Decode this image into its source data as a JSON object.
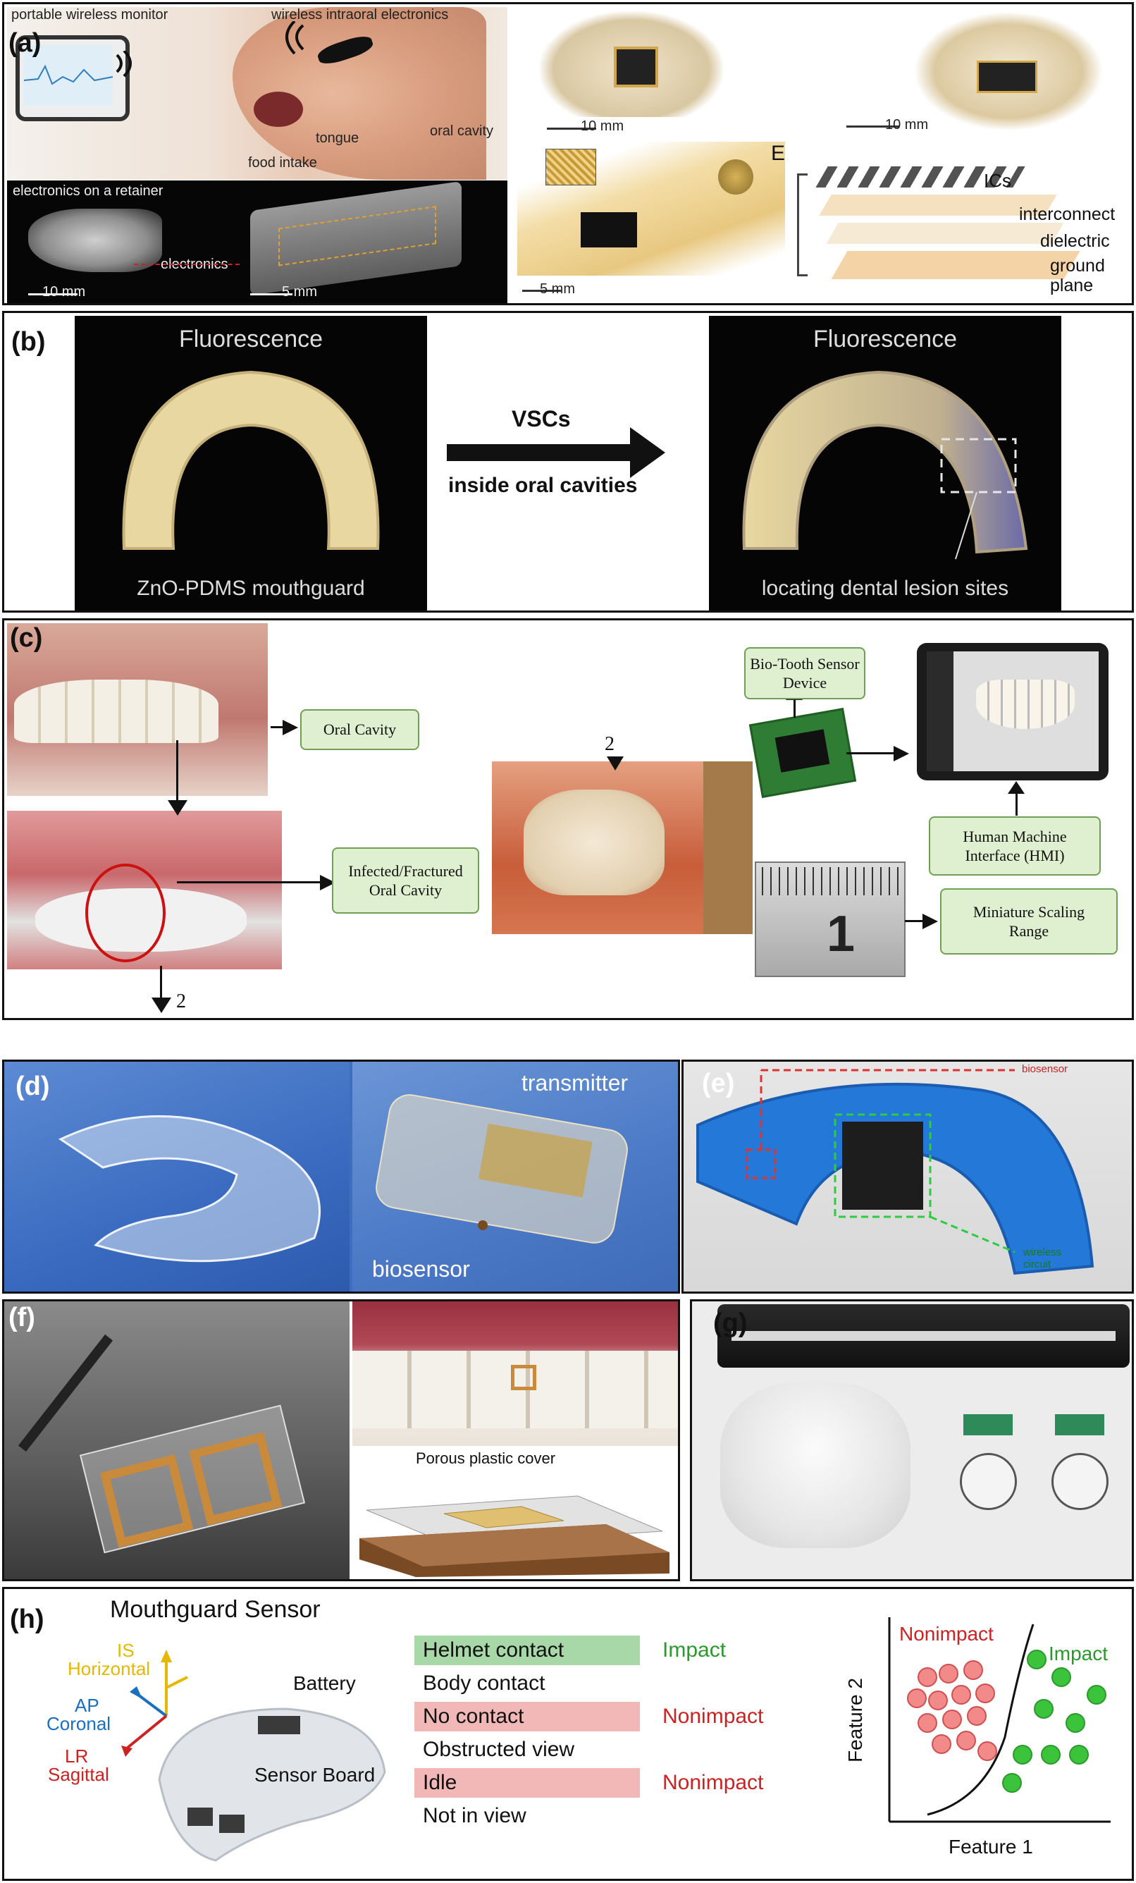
{
  "panel_a": {
    "label": "(a)",
    "portable_monitor": "portable  wireless monitor",
    "wireless_electronics": "wireless intraoral electronics",
    "oral_cavity": "oral cavity",
    "tongue": "tongue",
    "food_intake": "food intake",
    "electronics_on_retainer": "electronics on a retainer",
    "electronics": "electronics",
    "scale_10mm_left": "10  mm",
    "scale_5mm_bottom": "5  mm",
    "scale_10mm_top": "10 mm",
    "scale_10mm_right": "10  mm",
    "scale_5mm_chip": "5 mm",
    "E": "E",
    "ics": "ICs",
    "interconnect": "interconnect",
    "dielectric": "dielectric",
    "ground_plane": "ground\nplane"
  },
  "panel_b": {
    "label": "(b)",
    "left_title": "Fluorescence",
    "left_caption": "ZnO-PDMS mouthguard",
    "arrow_top": "VSCs",
    "arrow_bottom": "inside oral cavities",
    "right_title": "Fluorescence",
    "right_caption": "locating dental lesion sites"
  },
  "panel_c": {
    "label": "(c)",
    "oral_cavity": "Oral Cavity",
    "infected": "Infected/Fractured\nOral Cavity",
    "bio_tooth": "Bio-Tooth Sensor\nDevice",
    "hmi": "Human Machine\nInterface (HMI)",
    "scaling": "Miniature Scaling\nRange",
    "num_2_bottom": "2",
    "num_2_top": "2",
    "ruler_1": "1"
  },
  "panel_d": {
    "label": "(d)",
    "transmitter": "transmitter",
    "biosensor": "biosensor"
  },
  "panel_e": {
    "label": "(e)",
    "biosensor": "biosensor",
    "wireless_circuit": "wireless\ncircuit"
  },
  "panel_f": {
    "label": "(f)",
    "porous_cover": "Porous plastic cover"
  },
  "panel_g": {
    "label": "(g)"
  },
  "panel_h": {
    "label": "(h)",
    "title": "Mouthguard Sensor",
    "is": "IS",
    "horizontal": "Horizontal",
    "ap": "AP",
    "coronal": "Coronal",
    "lr": "LR",
    "sagittal": "Sagittal",
    "battery": "Battery",
    "sensor_board": "Sensor Board",
    "rows": [
      {
        "text": "Helmet contact",
        "class": "Impact",
        "highlight": "#a8d8a8",
        "class_color": "#2a9a2a"
      },
      {
        "text": "Body contact",
        "class": "",
        "highlight": "",
        "class_color": ""
      },
      {
        "text": "No contact",
        "class": "Nonimpact",
        "highlight": "#f2b8b8",
        "class_color": "#cc2222"
      },
      {
        "text": "Obstructed view",
        "class": "",
        "highlight": "",
        "class_color": ""
      },
      {
        "text": "Idle",
        "class": "Nonimpact",
        "highlight": "#f2b8b8",
        "class_color": "#cc2222"
      },
      {
        "text": "Not in view",
        "class": "",
        "highlight": "",
        "class_color": ""
      }
    ],
    "scatter": {
      "nonimpact_label": "Nonimpact",
      "impact_label": "Impact",
      "ylabel": "Feature 2",
      "xlabel": "Feature 1"
    }
  },
  "colors": {
    "green": "#2a9a2a",
    "red": "#cc2222",
    "blue": "#1a6fc0",
    "yellow": "#e6b800"
  }
}
